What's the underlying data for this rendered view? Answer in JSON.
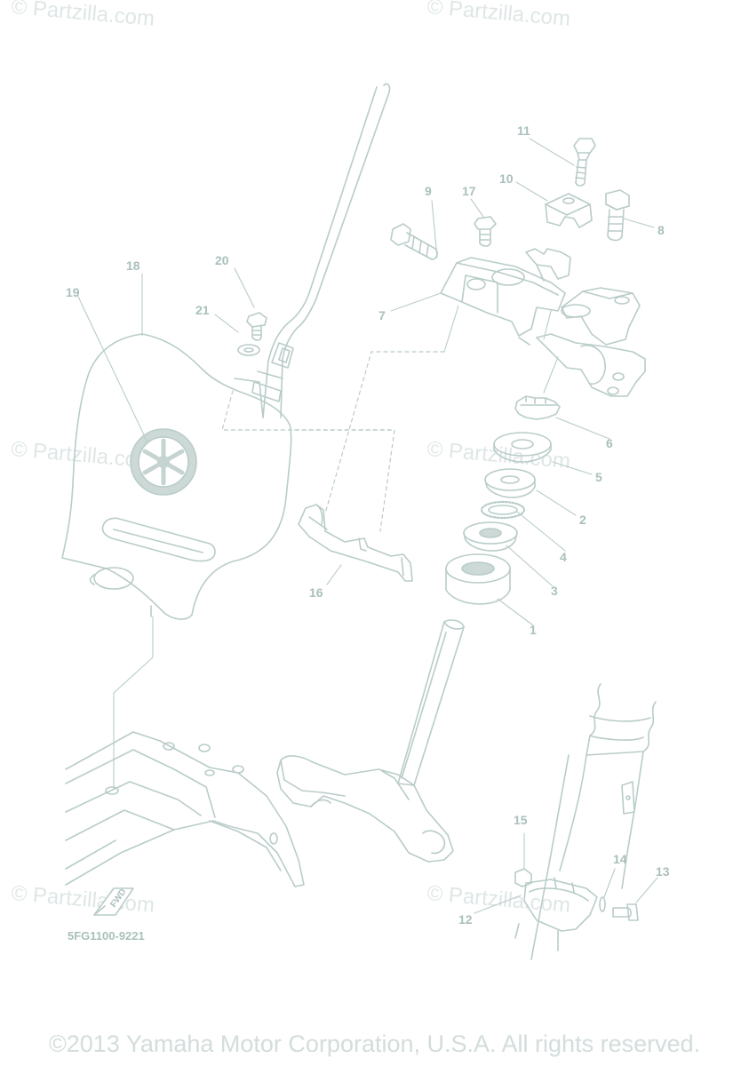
{
  "watermark": "© Partzilla.com",
  "diagram_code": "5FG1100-9221",
  "copyright": "©2013 Yamaha Motor Corporation, U.S.A. All rights reserved.",
  "fwd_label": "FWD",
  "colors": {
    "line": "#b9ccc9",
    "text": "#a9c0bc",
    "watermark": "#dfe6e6"
  },
  "callouts": [
    "1",
    "2",
    "3",
    "4",
    "5",
    "6",
    "7",
    "8",
    "9",
    "10",
    "11",
    "12",
    "13",
    "14",
    "15",
    "16",
    "17",
    "18",
    "19",
    "20",
    "21"
  ]
}
